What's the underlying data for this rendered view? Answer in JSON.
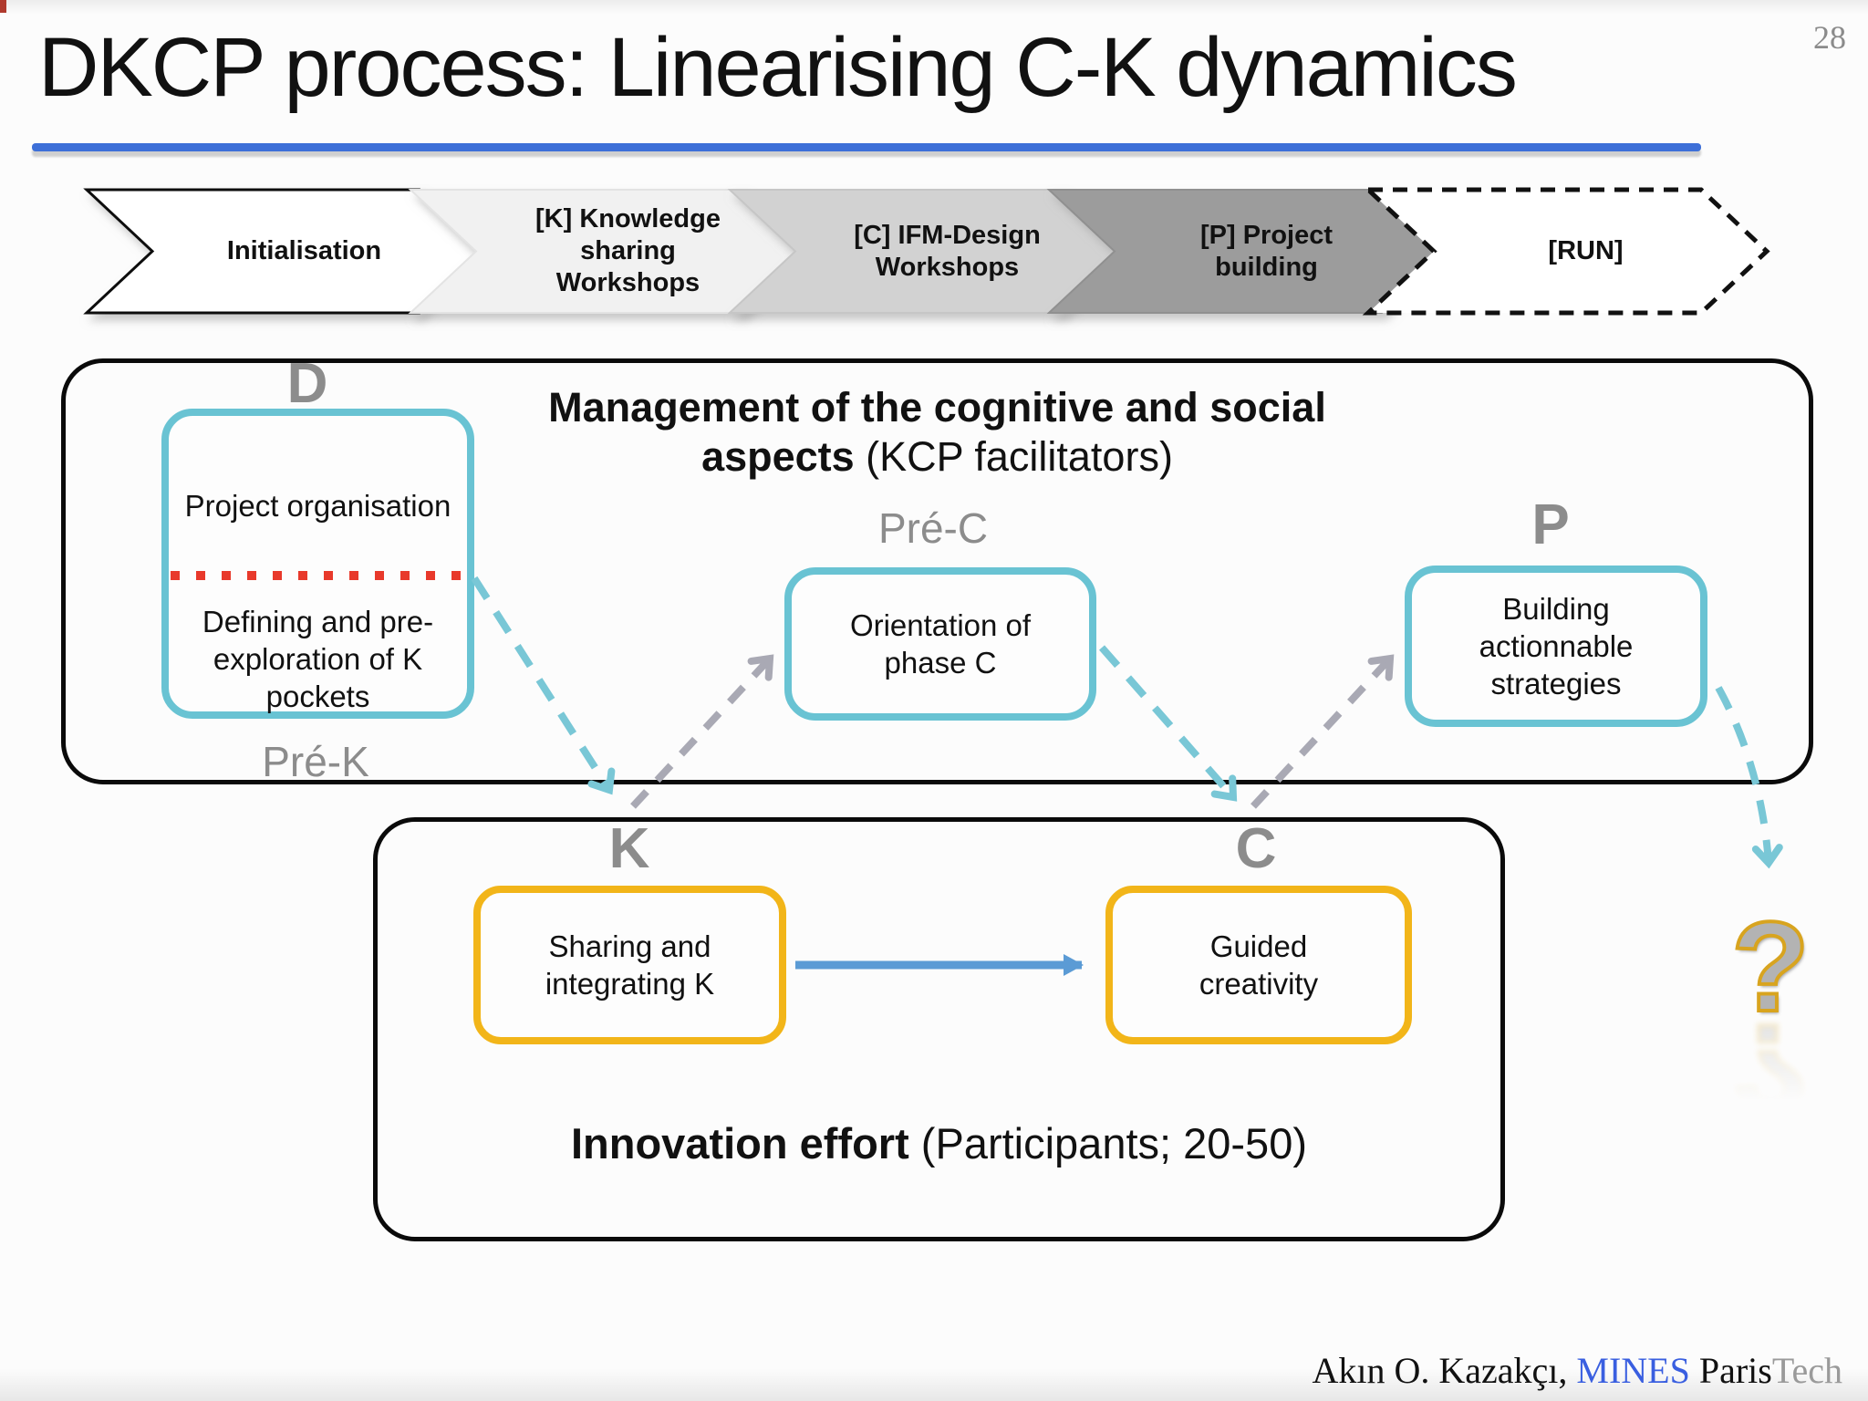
{
  "page_number": "28",
  "title": "DKCP process: Linearising C-K dynamics",
  "process_steps": {
    "items": [
      {
        "lines": [
          "Initialisation"
        ]
      },
      {
        "lines": [
          "[K] Knowledge",
          "sharing",
          "Workshops"
        ]
      },
      {
        "lines": [
          "[C] IFM-Design",
          "Workshops"
        ]
      },
      {
        "lines": [
          "[P] Project",
          "building"
        ]
      },
      {
        "lines": [
          "[RUN]"
        ]
      }
    ]
  },
  "management_band": {
    "title_line1": "Management of the cognitive and social",
    "title_bold2": "aspects",
    "title_rest2": " (KCP facilitators)",
    "d_label": "D",
    "pre_k_label": "Pré-K",
    "pre_c_label": "Pré-C",
    "p_label": "P",
    "d_box_top": "Project organisation",
    "d_box_bottom": "Defining and pre-exploration of K pockets",
    "pre_c_box": "Orientation of phase C",
    "p_box": "Building actionnable strategies"
  },
  "innovation_band": {
    "k_label": "K",
    "c_label": "C",
    "k_box": "Sharing and integrating K",
    "c_box": "Guided creativity",
    "caption_bold": "Innovation effort",
    "caption_rest": " (Participants; 20-50)"
  },
  "question_mark": {
    "glyph": "?"
  },
  "footer": {
    "author": "Akın O. Kazakçı, ",
    "org_blue": "MINES",
    "org_black": " Paris",
    "org_gray": "Tech"
  },
  "colors": {
    "rule_blue": "#3d6fd8",
    "accent_teal": "#69c3d3",
    "accent_yellow": "#f2b519",
    "arrow_blue": "#5b9bd5",
    "dashed_teal": "#79c7d6",
    "dashed_gray": "#a9a9b4",
    "dotted_red": "#e8392b",
    "label_gray": "#8c8c8c",
    "mines_blue": "#3a5fe0"
  }
}
